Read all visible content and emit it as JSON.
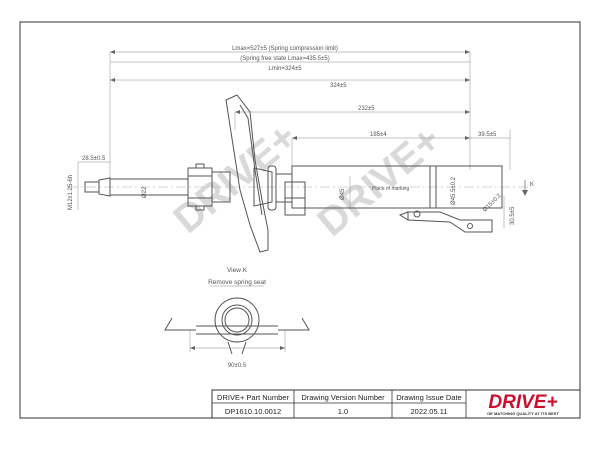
{
  "dimensions": {
    "line1": "Lmax=527±5 (Spring compression limit)",
    "line2": "(Spring free state Lmax=435.5±5)",
    "line3": "Lmin=324±5",
    "d_324": "324±5",
    "d_232": "232±5",
    "d_185": "185±4",
    "d_39": "39.5±5",
    "d_28": "28.5±0.5",
    "d_30": "30.5±5",
    "thread": "M12x1.25-6h",
    "d_rod": "Ø22",
    "d_body": "Ø45",
    "d_tube": "Ø45.5±0.2",
    "d_eye": "Ø15±0.2",
    "d_90": "90±0.5",
    "marking": "Place of marking",
    "view_arrow": "K"
  },
  "view": {
    "title": "View K",
    "subtitle": "Remove spring seat"
  },
  "watermark": "DRIVE+",
  "title_block": {
    "headers": [
      "DRIVE+ Part Number",
      "Drawing Version  Number",
      "Drawing Issue Date"
    ],
    "values": [
      "DP1610.10.0012",
      "1.0",
      "2022.05.11"
    ],
    "logo_text": "DRIVE+",
    "logo_tagline": "OE MATCHING QUALITY AT ITS BEST"
  },
  "colors": {
    "line": "#555555",
    "logo_red": "#c8102e",
    "watermark": "#d9d9d9"
  }
}
